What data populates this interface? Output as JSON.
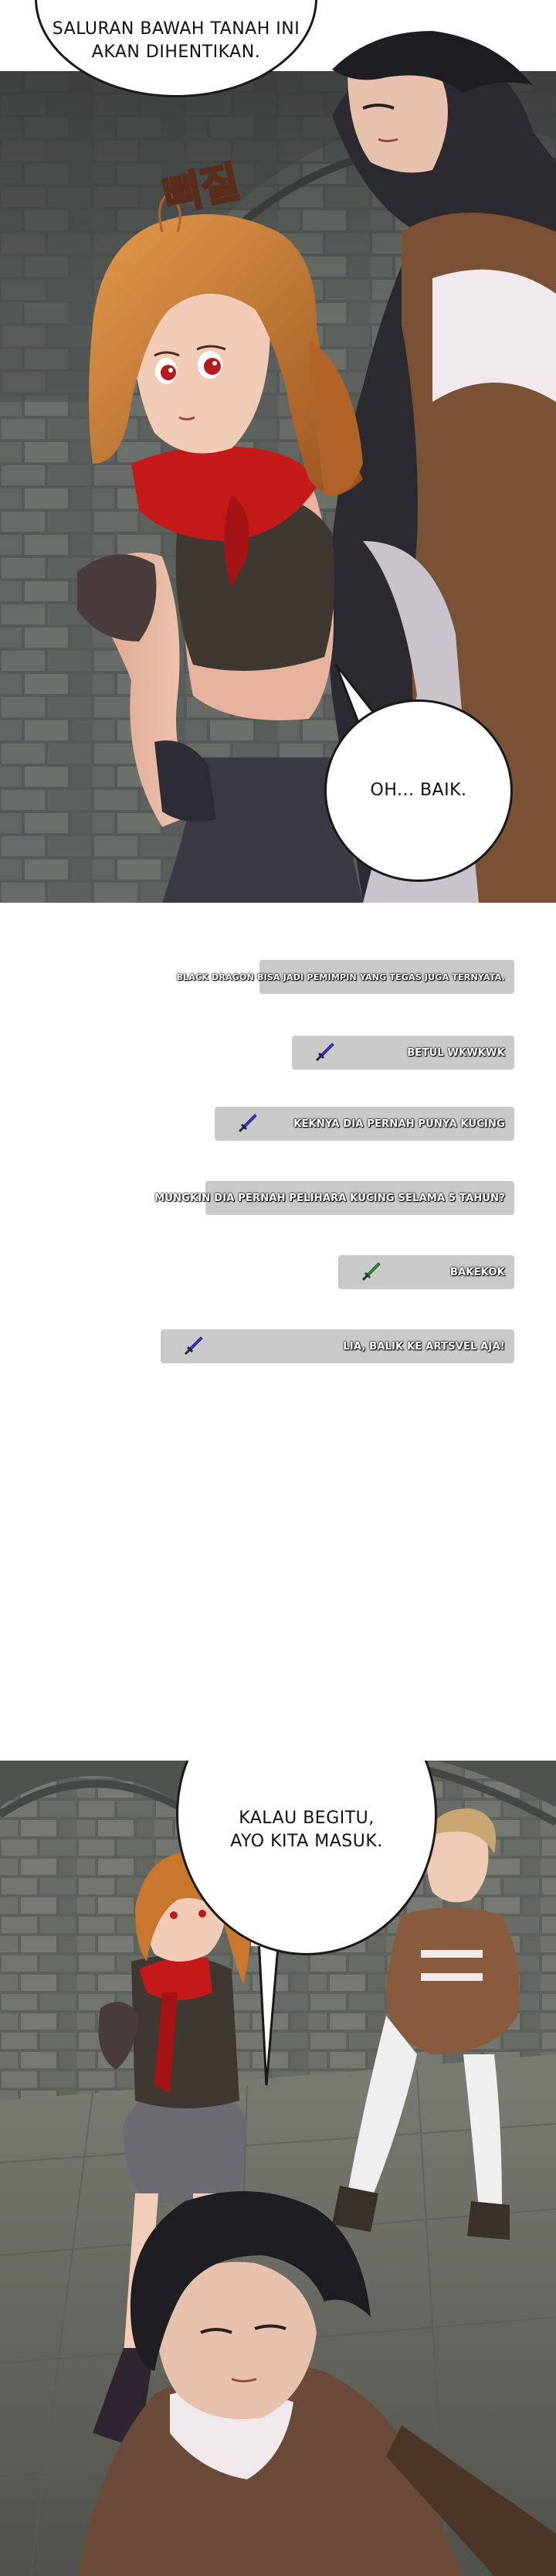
{
  "panel_top": {
    "bubble_top_text": "SALURAN BAWAH TANAH INI\nAKAN DIHENTIKAN.",
    "sfx_text": "삐질",
    "bubble_reply_text": "OH... BAIK."
  },
  "chat": {
    "messages": [
      {
        "text": "BLACK DRAGON BISA JADI PEMIMPIN YANG TEGAS JUGA TERNYATA.",
        "icon": "none"
      },
      {
        "text": "BETUL WKWKWK",
        "icon": "blue-sword-icon"
      },
      {
        "text": "KEKNYA DIA PERNAH PUNYA KUCING",
        "icon": "blue-sword-icon"
      },
      {
        "text": "MUNGKIN DIA PERNAH PELIHARA KUCING SELAMA 5 TAHUN?",
        "icon": "none"
      },
      {
        "text": "BAKEKOK",
        "icon": "green-sword-icon"
      },
      {
        "text": "LIA, BALIK KE ARTSVEL AJA!",
        "icon": "blue-sword-icon"
      }
    ]
  },
  "panel_bottom": {
    "bubble_text": "KALAU BEGITU,\nAYO KITA MASUK."
  },
  "colors": {
    "chat_bar": "#c9c9c9",
    "blue_sword": "#3b3fd0",
    "green_sword": "#2f9a3a",
    "scarf_red": "#c41a1a",
    "hair_orange": "#c9772e"
  }
}
